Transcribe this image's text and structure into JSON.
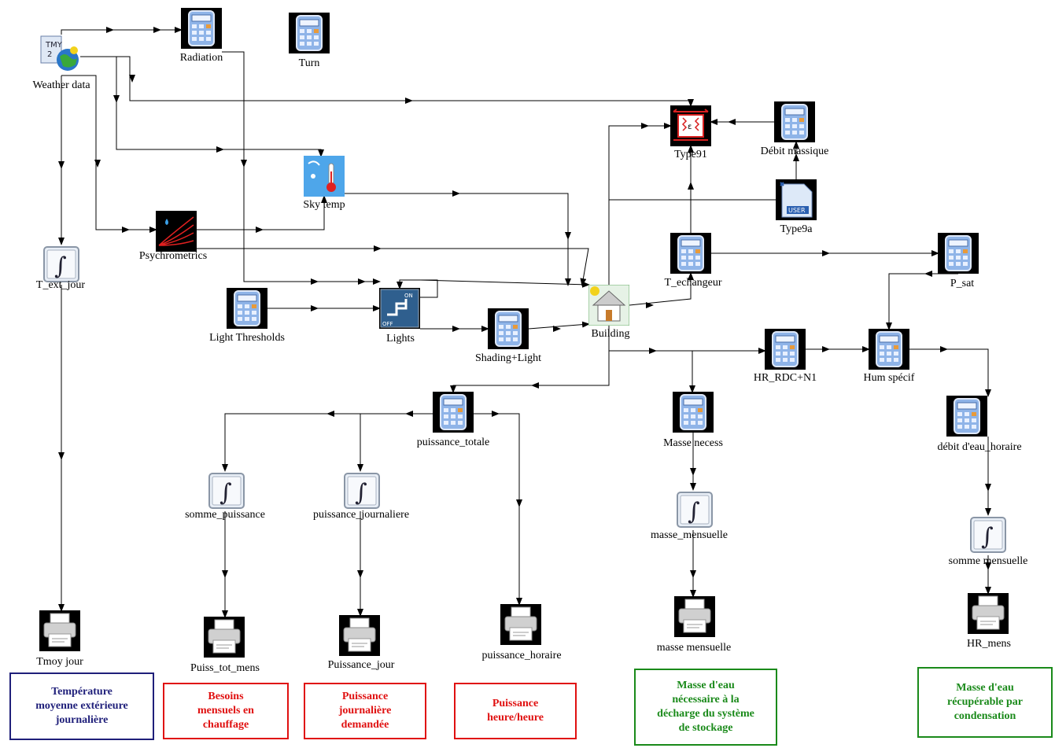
{
  "components": {
    "weather_data": "Weather data",
    "radiation": "Radiation",
    "turn": "Turn",
    "type91": "Type91",
    "debit_massique": "Débit massique",
    "sky_temp": "Sky temp",
    "type9a": "Type9a",
    "psychrometrics": "Psychrometrics",
    "t_ext_jour": "T_ext_jour",
    "t_echangeur": "T_echangeur",
    "p_sat": "P_sat",
    "light_thresholds": "Light Thresholds",
    "lights": "Lights",
    "building": "Building",
    "shading_light": "Shading+Light",
    "hr_rdc_n1": "HR_RDC+N1",
    "hum_specif": "Hum spécif",
    "puissance_totale": "puissance_totale",
    "masse_necess": "Masse necess",
    "debit_eau_horaire": "débit d'eau_horaire",
    "somme_puissance": "somme_puissance",
    "puissance_journaliere": "puissance_journaliere",
    "masse_mensuelle_int": "masse_mensuelle",
    "somme_mensuelle": "somme mensuelle",
    "tmoy_jour": "Tmoy jour",
    "puiss_tot_mens": "Puiss_tot_mens",
    "puissance_jour": "Puissance_jour",
    "puissance_horaire": "puissance_horaire",
    "masse_mensuelle_printer": "masse mensuelle",
    "hr_mens": "HR_mens"
  },
  "notes": {
    "temperature": [
      "Température",
      "moyenne extérieure",
      "journalière"
    ],
    "besoins": [
      "Besoins",
      "mensuels en",
      "chauffage"
    ],
    "puissance_journaliere": [
      "Puissance",
      "journalière",
      "demandée"
    ],
    "puissance_heure": [
      "Puissance",
      "heure/heure"
    ],
    "masse_eau_necessaire": [
      "Masse d'eau",
      "nécessaire à la",
      "décharge du système",
      "de stockage"
    ],
    "masse_eau_recuperable": [
      "Masse d'eau",
      "récupérable par",
      "condensation"
    ]
  },
  "icons": {
    "calculator": "calculator-icon",
    "integrator": "integrator-icon",
    "printer": "printer-icon",
    "weather": "weather-globe-icon",
    "building": "house-icon"
  },
  "colors": {
    "wire": "#000000",
    "note_blue": "#1f1f7a",
    "note_red": "#e01010",
    "note_green": "#1a8a1a"
  }
}
